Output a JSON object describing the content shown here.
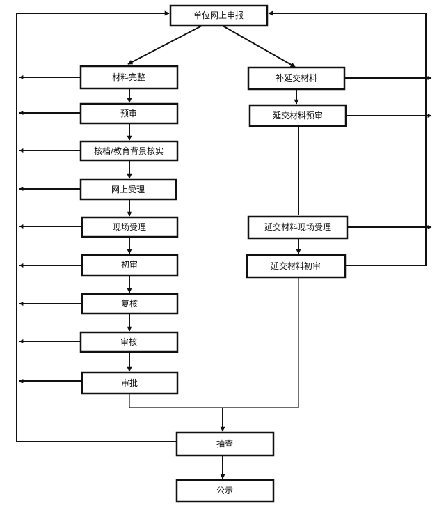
{
  "diagram": {
    "nodes": {
      "online_report": "单位网上申报",
      "complete_materials": "材料完整",
      "supplement_materials": "补延交材料",
      "pre_review": "预审",
      "supplement_pre_review": "延交材料预审",
      "archive_verify": "核档/教育背景核实",
      "online_accept": "网上受理",
      "onsite_accept": "现场受理",
      "supplement_onsite_accept": "延交材料现场受理",
      "first_review": "初审",
      "supplement_first_review": "延交材料初审",
      "recheck": "复核",
      "audit": "审核",
      "approve": "审批",
      "spot_check": "抽查",
      "publicize": "公示"
    }
  }
}
